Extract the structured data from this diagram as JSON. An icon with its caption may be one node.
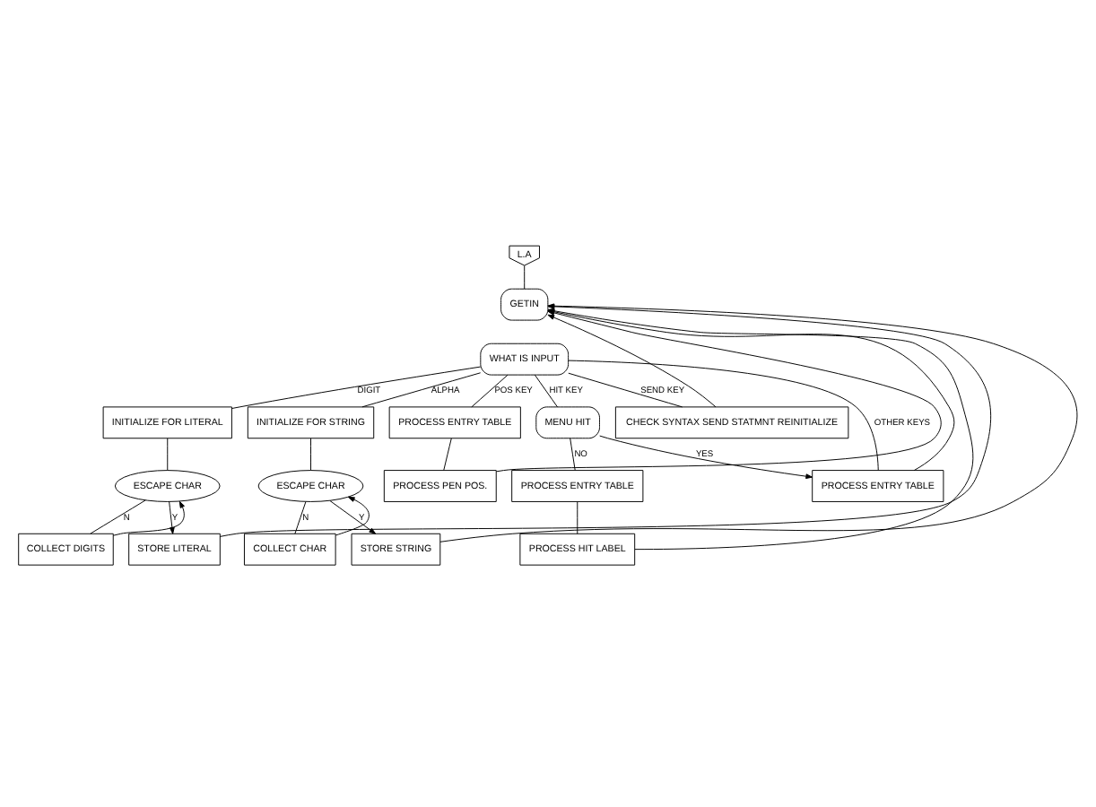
{
  "diagram": {
    "nodes": [
      {
        "text": [
          "L.A"
        ]
      },
      {
        "text": [
          "GETIN"
        ]
      },
      {
        "text": [
          "WHAT IS INPUT"
        ]
      },
      {
        "text": [
          "INITIALIZE FOR LITERAL"
        ]
      },
      {
        "text": [
          "INITIALIZE FOR STRING"
        ]
      },
      {
        "text": [
          "PROCESS ENTRY TABLE"
        ]
      },
      {
        "text": [
          "MENU HIT"
        ]
      },
      {
        "text": [
          "CHECK SYNTAX SEND STATMNT REINITIALIZE"
        ]
      },
      {
        "text": [
          "ESCAPE CHAR"
        ]
      },
      {
        "text": [
          "ESCAPE CHAR"
        ]
      },
      {
        "text": [
          "PROCESS PEN POS."
        ]
      },
      {
        "text": [
          "PROCESS ENTRY TABLE"
        ]
      },
      {
        "text": [
          "PROCESS ENTRY TABLE"
        ]
      },
      {
        "text": [
          "COLLECT DIGITS"
        ]
      },
      {
        "text": [
          "COLLECT CHAR"
        ]
      },
      {
        "text": [
          "PROCESS HIT LABEL"
        ]
      },
      {
        "text": [
          "STORE LITERAL"
        ]
      },
      {
        "text": [
          "STORE STRING"
        ]
      }
    ],
    "edges": [
      {
        "from": 0,
        "to": 1,
        "arrow": "none"
      },
      {
        "from": 2,
        "to": 3,
        "arrow": "none",
        "label": "DIGIT"
      },
      {
        "from": 2,
        "to": 4,
        "arrow": "none",
        "label": "ALPHA"
      },
      {
        "from": 2,
        "to": 5,
        "arrow": "none",
        "label": "POS KEY"
      },
      {
        "from": 2,
        "to": 6,
        "arrow": "none",
        "label": "HIT KEY"
      },
      {
        "from": 2,
        "to": 12,
        "arrow": "none",
        "label": "OTHER KEYS"
      },
      {
        "from": 2,
        "to": 7,
        "arrow": "none",
        "label": "SEND KEY"
      },
      {
        "from": 3,
        "to": 8,
        "arrow": "none"
      },
      {
        "from": 8,
        "to": 13,
        "arrow": "none",
        "label": "N"
      },
      {
        "from": 8,
        "to": 16,
        "arrow": "to",
        "label": "Y"
      },
      {
        "from": 13,
        "to": 8,
        "arrow": "to"
      },
      {
        "from": 4,
        "to": 9,
        "arrow": "none"
      },
      {
        "from": 9,
        "to": 14,
        "arrow": "none",
        "label": "N"
      },
      {
        "from": 9,
        "to": 17,
        "arrow": "to",
        "label": "Y"
      },
      {
        "from": 14,
        "to": 9,
        "arrow": "to"
      },
      {
        "from": 5,
        "to": 10,
        "arrow": "none"
      },
      {
        "from": 6,
        "to": 11,
        "arrow": "none",
        "label": "NO"
      },
      {
        "from": 6,
        "to": 12,
        "arrow": "to",
        "label": "YES"
      },
      {
        "from": 11,
        "to": 15,
        "arrow": "none"
      },
      {
        "from": 16,
        "to": 1,
        "arrow": "to"
      },
      {
        "from": 17,
        "to": 1,
        "arrow": "to"
      },
      {
        "from": 10,
        "to": 1,
        "arrow": "to"
      },
      {
        "from": 15,
        "to": 1,
        "arrow": "to"
      },
      {
        "from": 12,
        "to": 1,
        "arrow": "to"
      },
      {
        "from": 7,
        "to": 1,
        "arrow": "to"
      }
    ]
  }
}
